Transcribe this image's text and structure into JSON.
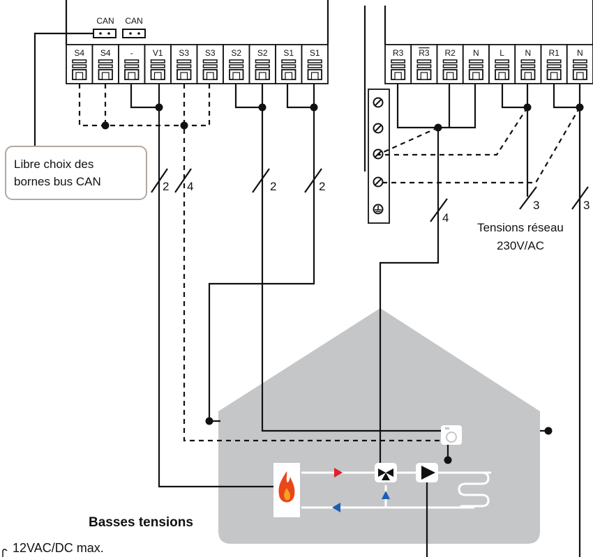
{
  "can_labels": [
    "CAN",
    "CAN"
  ],
  "left_terminals": [
    "S4",
    "S4",
    "-",
    "V1",
    "S3",
    "S3",
    "S2",
    "S2",
    "S1",
    "S1"
  ],
  "right_terminals": [
    "R3",
    "R3",
    "R2",
    "N",
    "L",
    "N",
    "R1",
    "N"
  ],
  "callout": {
    "line1": "Libre choix des",
    "line2": "bornes bus CAN"
  },
  "wire_counts": {
    "v1": "2",
    "s3": "4",
    "s2": "2",
    "s1": "2",
    "r_group": "4",
    "l_group": "3",
    "r1_group": "3"
  },
  "mains": {
    "line1": "Tensions réseau",
    "line2": "230V/AC"
  },
  "low_voltage": {
    "title": "Basses tensions",
    "subtitle": "12VAC/DC max."
  },
  "icons": [
    "flame-icon",
    "three-way-valve-icon",
    "pump-icon",
    "sensor-icon",
    "heating-coil-icon",
    "ground-icon"
  ],
  "colors": {
    "house": "#c5c6c8",
    "flow_arrow": "#e0202a",
    "return_arrow": "#1a5fb4",
    "flame_outer": "#e8461b",
    "flame_inner": "#f7a21b",
    "callout_border": "#b3a79f"
  }
}
